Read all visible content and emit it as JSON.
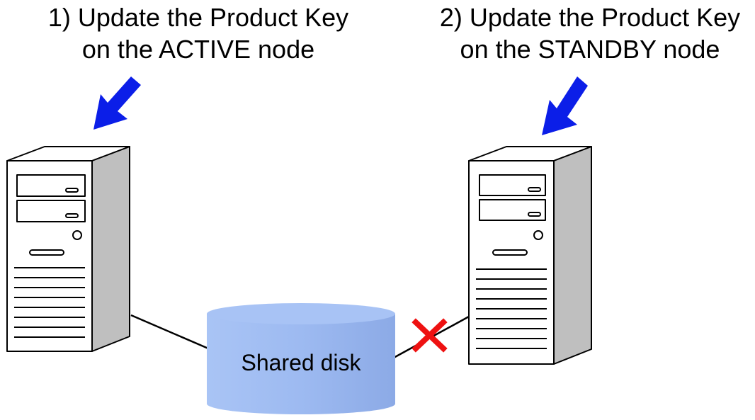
{
  "steps": [
    {
      "line1": "1) Update the Product Key",
      "line2": "on the ACTIVE node"
    },
    {
      "line1": "2) Update the Product Key",
      "line2": "on the STANDBY node"
    }
  ],
  "shared_disk": {
    "label": "Shared disk",
    "color": "#9fbcf3"
  },
  "colors": {
    "arrow": "#0b1ee8",
    "disconnect_mark": "#ee1111"
  },
  "icons": [
    "arrow-down-left-icon",
    "server-tower-icon",
    "database-cylinder-icon",
    "disconnected-x-icon"
  ]
}
